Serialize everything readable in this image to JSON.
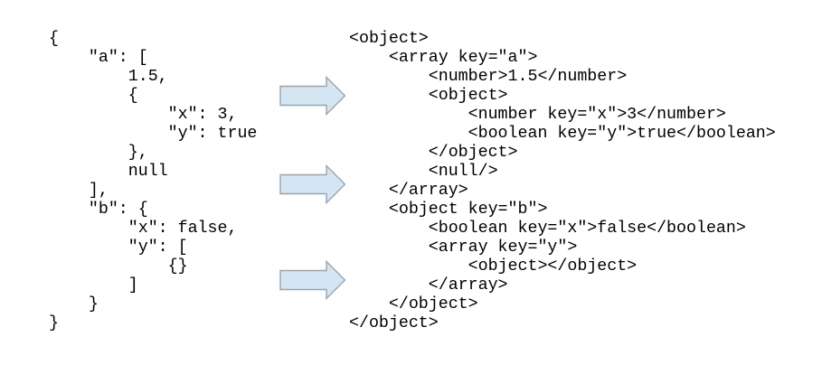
{
  "page": {
    "background": "#ffffff",
    "text_color": "#000000"
  },
  "json_panel": {
    "description": "JSON source document",
    "lines": [
      "{",
      "    \"a\": [",
      "        1.5,",
      "        {",
      "            \"x\": 3,",
      "            \"y\": true",
      "        },",
      "        null",
      "    ],",
      "    \"b\": {",
      "        \"x\": false,",
      "        \"y\": [",
      "            {}",
      "        ]",
      "    }",
      "}"
    ]
  },
  "xml_panel": {
    "description": "Equivalent XML representation",
    "lines": [
      "<object>",
      "    <array key=\"a\">",
      "        <number>1.5</number>",
      "        <object>",
      "            <number key=\"x\">3</number>",
      "            <boolean key=\"y\">true</boolean>",
      "        </object>",
      "        <null/>",
      "    </array>",
      "    <object key=\"b\">",
      "        <boolean key=\"x\">false</boolean>",
      "        <array key=\"y\">",
      "            <object></object>",
      "        </array>",
      "    </object>",
      "</object>"
    ]
  },
  "arrows": {
    "direction": "right",
    "count": 3,
    "fill": "#D4E6F3",
    "border": "#9CA3AB"
  }
}
